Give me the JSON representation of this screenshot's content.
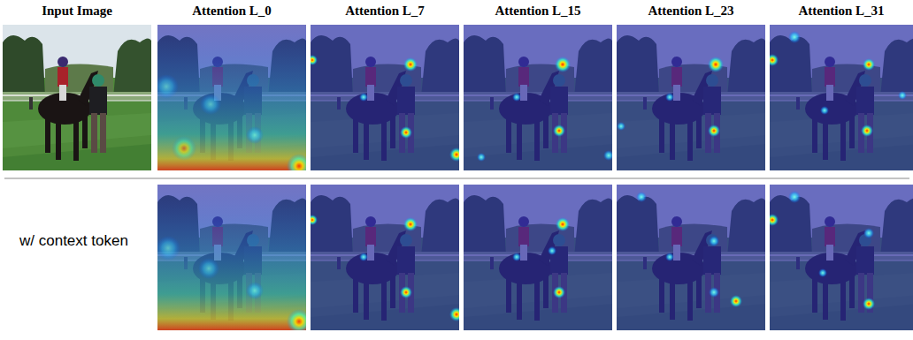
{
  "diagram": {
    "labels": [
      "Input Image",
      "Attention L_0",
      "Attention L_7",
      "Attention L_15",
      "Attention L_23",
      "Attention L_31",
      "w/ context token"
    ]
  }
}
